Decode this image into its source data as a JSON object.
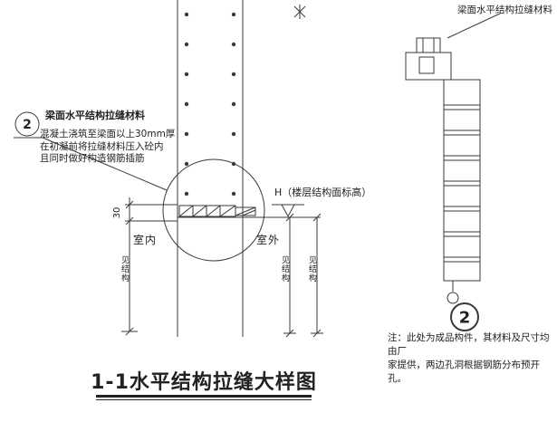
{
  "drawing": {
    "title": "1-1水平结构拉缝大样图",
    "callout_label": "梁面水平结构拉缝材料",
    "detail_mark_number": "2",
    "note_lines": [
      "混凝土浇筑至梁面以上30mm厚",
      "在初凝前将拉缝材料压入砼内",
      "且同时做好构造钢筋插筋"
    ],
    "dim_30": "30",
    "indoor_label": "室内",
    "outdoor_label": "室外",
    "level_label": "H（楼层结构面标高）",
    "vdim_left": "见结构",
    "vdim_right_inner": "见结构",
    "vdim_right_outer": "见结构"
  },
  "side_detail": {
    "label": "梁面水平结构拉缝材料",
    "mark_number": "2",
    "note_lines": [
      "注：此处为成品构件，其材料及尺寸均由厂",
      "家提供，两边孔洞根据钢筋分布预开孔。"
    ]
  },
  "colors": {
    "line": "#3a3a3a",
    "background": "#ffffff"
  }
}
